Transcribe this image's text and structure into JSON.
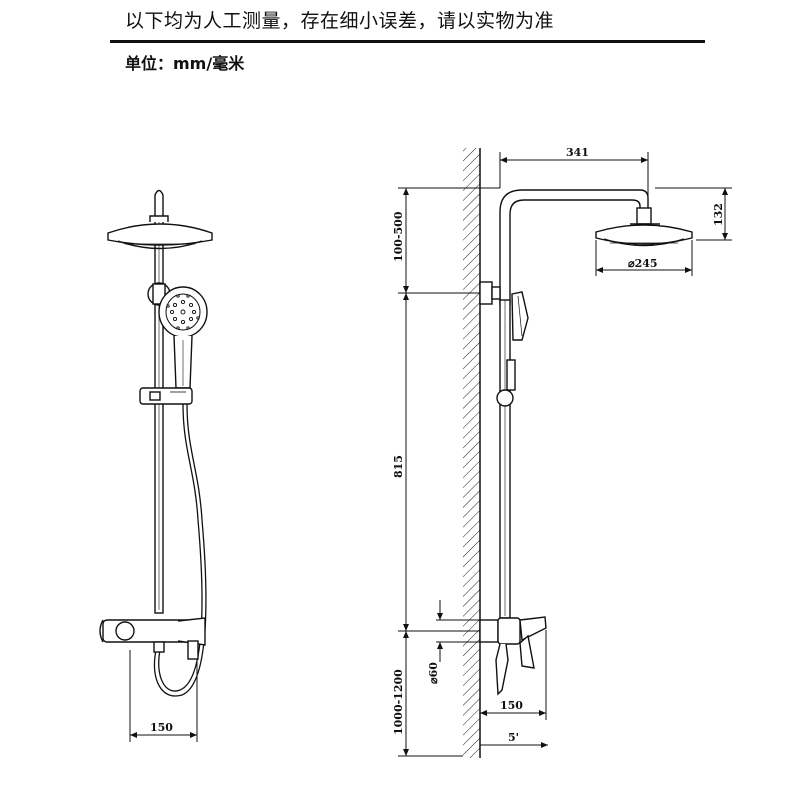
{
  "header": {
    "note": "以下均为人工测量，存在细小误差，请以实物为准",
    "unit_label": "单位：mm/毫米"
  },
  "dimensions": {
    "front_base_width": "150",
    "arm_length": "341",
    "head_height": "132",
    "head_diameter": "⌀245",
    "head_offset_range": "100-500",
    "bar_length": "815",
    "mount_height_range": "1000-1200",
    "outlet_diameter": "⌀60",
    "side_base_width": "150",
    "side_offset": "5'"
  }
}
